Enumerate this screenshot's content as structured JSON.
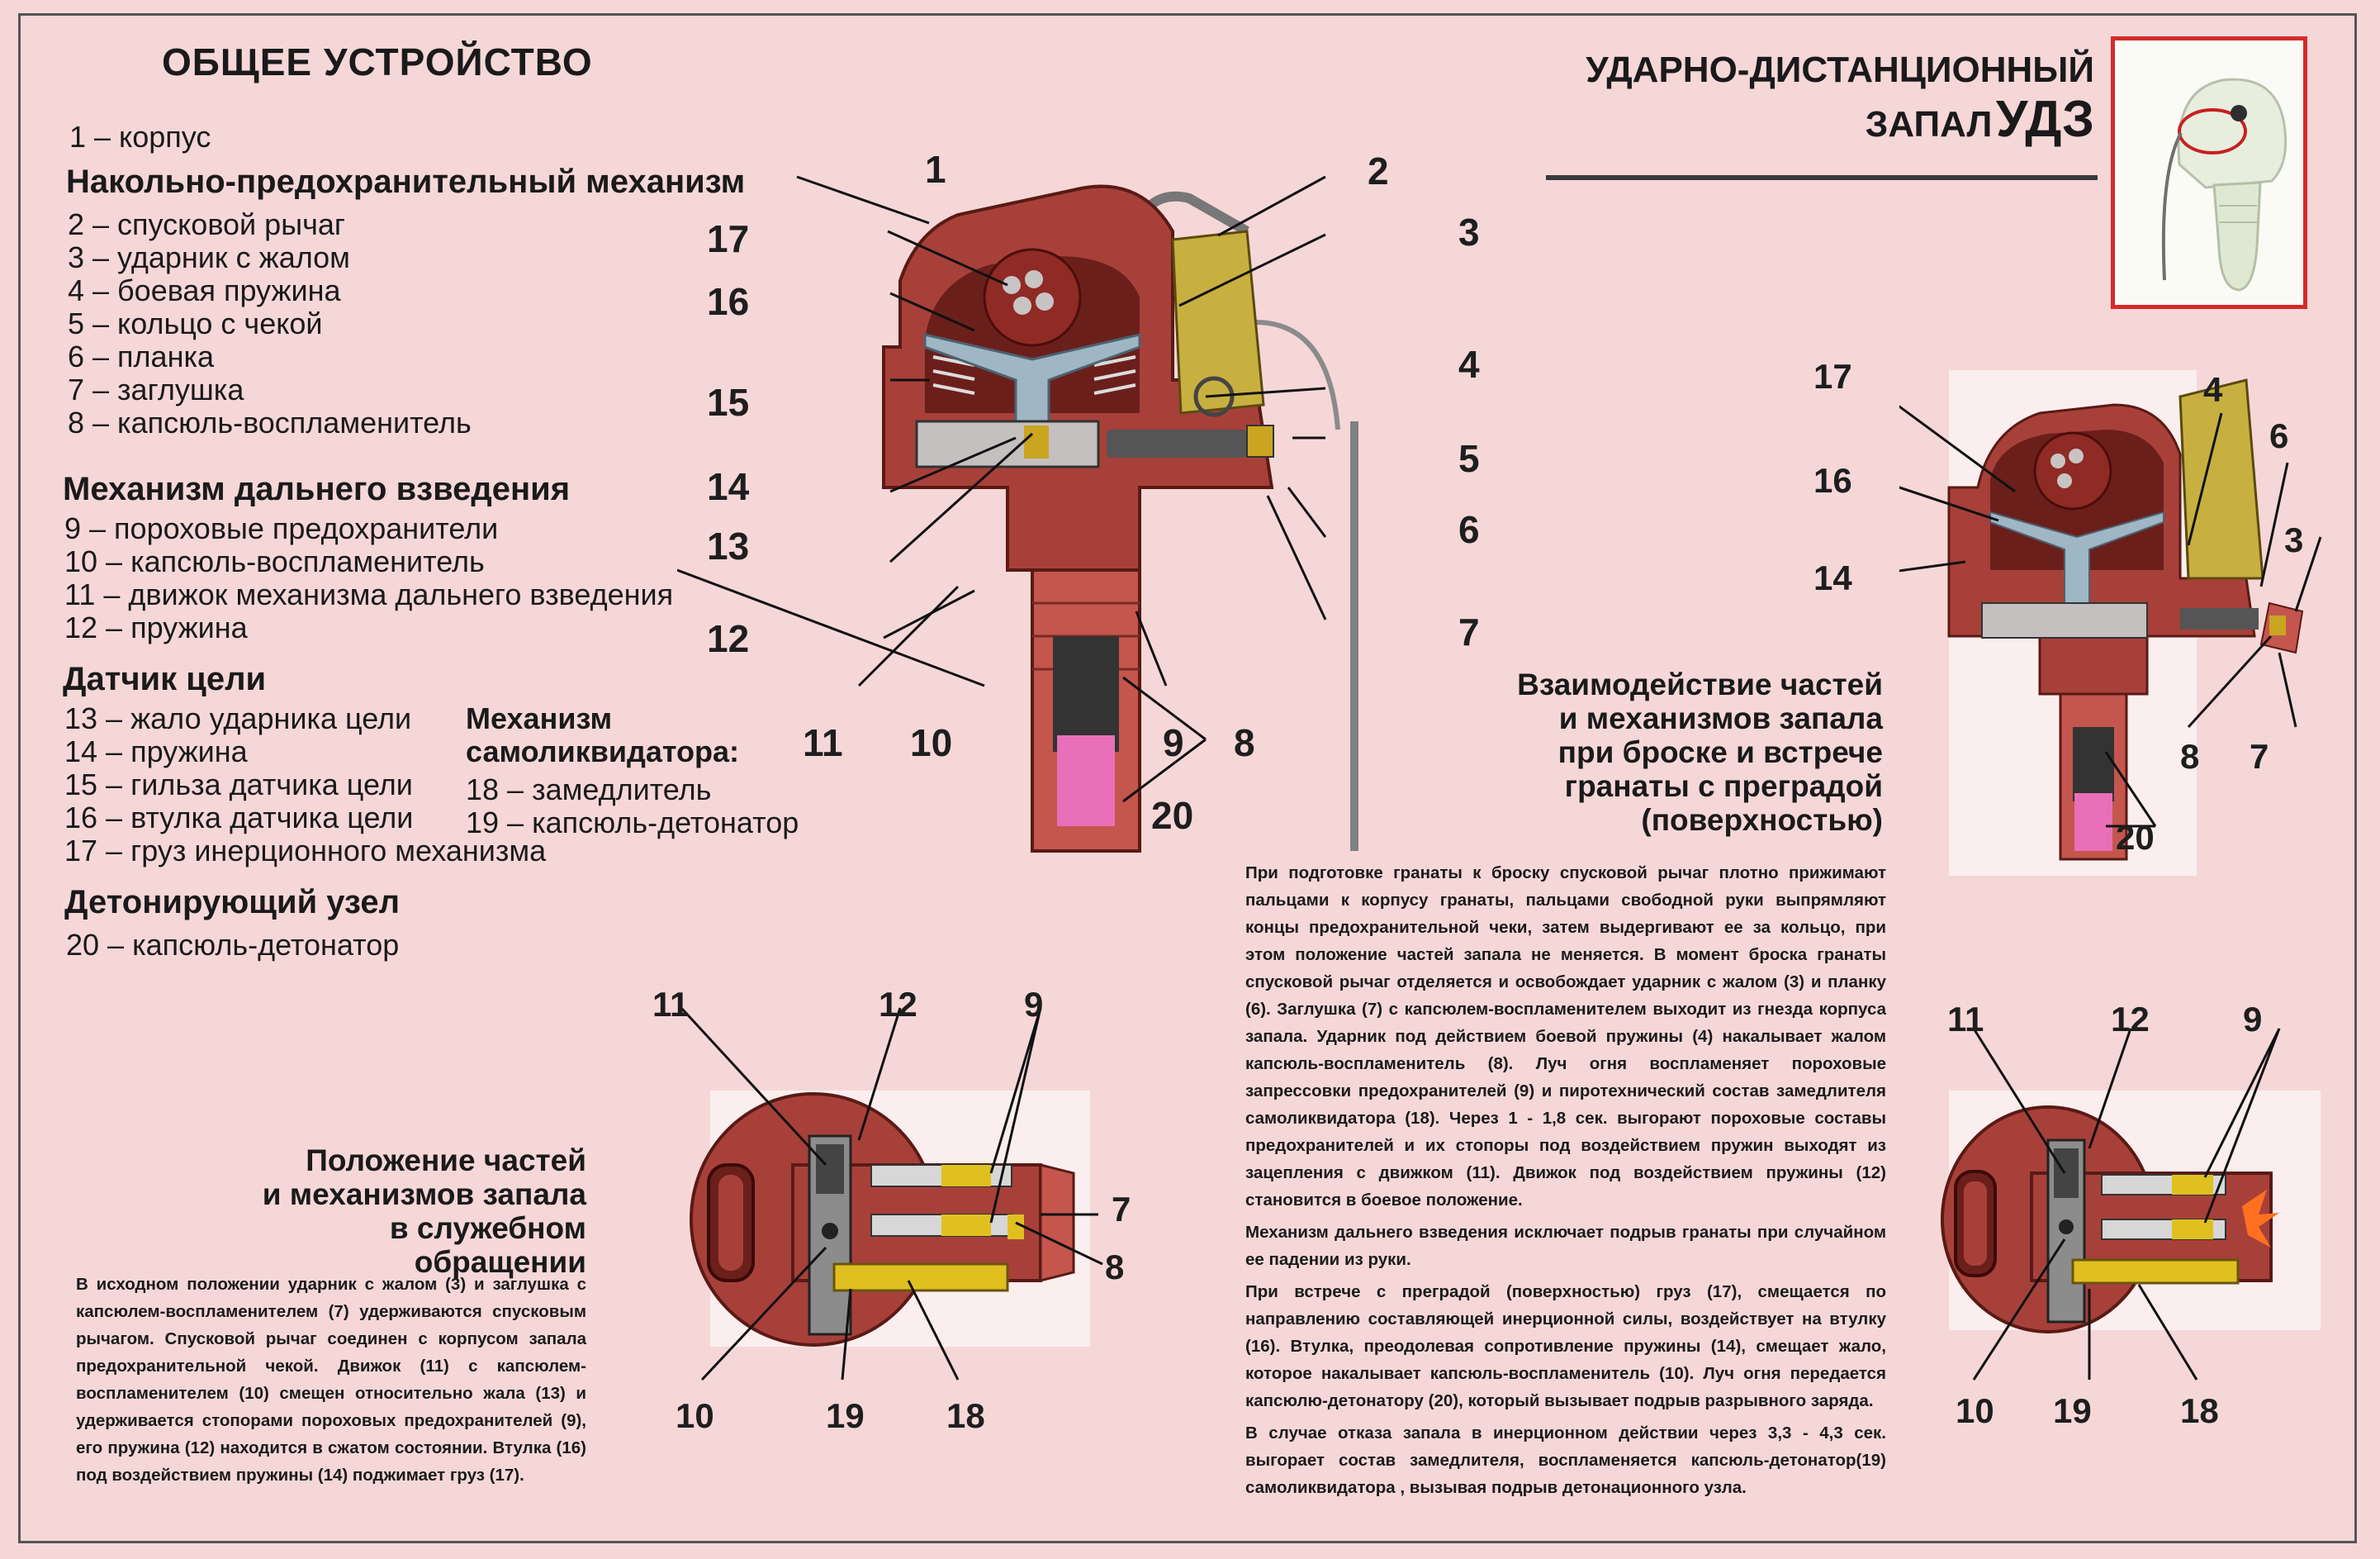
{
  "header": {
    "left_title": "ОБЩЕЕ УСТРОЙСТВО",
    "right_title_line1": "УДАРНО-ДИСТАНЦИОННЫЙ",
    "right_title_line2_prefix": "ЗАПАЛ",
    "right_title_line2_code": "УДЗ"
  },
  "parts": {
    "item1": "1 – корпус",
    "section_striker": "Накольно-предохранительный механизм",
    "striker_items": [
      "2 – спусковой рычаг",
      "3 – ударник с жалом",
      "4 – боевая пружина",
      "5 – кольцо с чекой",
      "6 – планка",
      "7 – заглушка",
      "8 – капсюль-воспламенитель"
    ],
    "section_arming": "Механизм дальнего взведения",
    "arming_items": [
      "9 – пороховые предохранители",
      "10 – капсюль-воспламенитель",
      "11 – движок механизма дальнего взведения",
      "12 – пружина"
    ],
    "section_sensor": "Датчик цели",
    "sensor_items": [
      "13 – жало ударника цели",
      "14 – пружина",
      "15 – гильза  датчика цели",
      "16 – втулка  датчика цели",
      "17 – груз инерционного механизма"
    ],
    "section_selfdestruct_line1": "Механизм",
    "section_selfdestruct_line2": "самоликвидатора:",
    "selfdestruct_items": [
      "18 – замедлитель",
      "19 – капсюль-детонатор"
    ],
    "section_detonating": "Детонирующий узел",
    "detonating_items": [
      "20 – капсюль-детонатор"
    ]
  },
  "main_diagram_labels": [
    "1",
    "2",
    "3",
    "4",
    "5",
    "6",
    "7",
    "8",
    "9",
    "10",
    "11",
    "12",
    "13",
    "14",
    "15",
    "16",
    "17",
    "20"
  ],
  "right_diagram_labels": [
    "17",
    "4",
    "6",
    "16",
    "3",
    "14",
    "8",
    "7",
    "20"
  ],
  "bottom_left_labels": [
    "11",
    "12",
    "9",
    "7",
    "8",
    "10",
    "19",
    "18"
  ],
  "bottom_right_labels": [
    "11",
    "12",
    "9",
    "10",
    "19",
    "18"
  ],
  "captions": {
    "interaction": [
      "Взаимодействие частей",
      "и механизмов запала",
      "при броске и встрече",
      "гранаты с преградой",
      "(поверхностью)"
    ],
    "service": [
      "Положение частей",
      "и механизмов запала",
      "в служебном обращении"
    ]
  },
  "paragraphs": {
    "service_text": "В исходном положении ударник с жалом (3) и заглушка с капсюлем-воспламенителем (7) удерживаются спусковым рычагом. Спусковой рычаг соединен с корпусом запала предохранительной чекой. Движок (11) с капсюлем-воспламенителем (10) смещен относительно жала (13) и удерживается стопорами пороховых предохранителей (9), его пружина (12) находится в сжатом состоянии. Втулка (16) под воздействием пружины (14) поджимает груз (17).",
    "throw_text": "При подготовке гранаты к броску спусковой рычаг плотно прижимают пальцами к корпусу гранаты, пальцами свободной руки выпрямляют концы предохранительной чеки, затем выдергивают ее за кольцо, при этом положение частей запала не меняется. В момент броска гранаты спусковой рычаг отделяется и освобождает ударник с жалом (3) и планку (6). Заглушка (7) с капсюлем-воспламенителем выходит из гнезда корпуса запала. Ударник под действием боевой пружины (4) накалывает жалом капсюль-воспламенитель (8). Луч огня воспламеняет пороховые запрессовки предохранителей (9) и пиротехнический состав замедлителя самоликвидатора (18). Через 1 - 1,8 сек. выгорают пороховые составы предохранителей и их стопоры под воздействием пружин выходят из зацепления с движком (11). Движок под воздействием пружины (12) становится в боевое положение.",
    "arming_text": "Механизм дальнего взведения исключает подрыв гранаты при случайном ее падении из руки.",
    "impact_text": "При встрече с преградой (поверхностью) груз (17), смещается по направлению составляющей инерционной силы, воздействует на втулку (16). Втулка, преодолевая сопротивление пружины (14), смещает жало, которое накалывает капсюль-воспламенитель (10). Луч огня передается капсюлю-детонатору (20), который вызывает подрыв разрывного заряда.",
    "failure_text": "В случае отказа запала в инерционном действии через 3,3 - 4,3 сек. выгорает состав замедлителя, воспламеняется капсюль-детонатор(19) самоликвидатора , вызывая подрыв детонационного узла."
  },
  "colors": {
    "background": "#f6d7d8",
    "body_red": "#a8403a",
    "dark_red": "#6b1f1b",
    "spring_blue": "#9fb6c4",
    "brass": "#c8b040",
    "charge_pink": "#e86fb8",
    "photo_border": "#d62a2a"
  }
}
